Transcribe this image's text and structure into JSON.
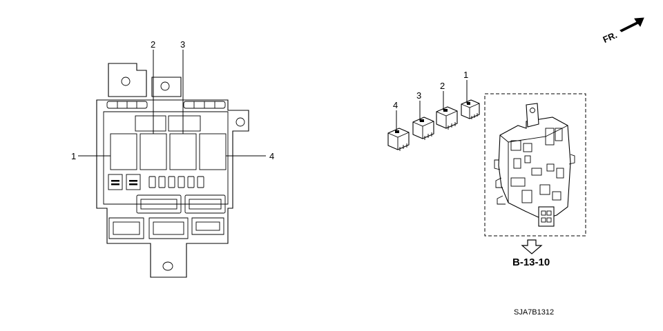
{
  "orientation_label": "FR.",
  "orientation_icon": "forward-arrow-icon",
  "left_view": {
    "callouts": {
      "c1": "1",
      "c2": "2",
      "c3": "3",
      "c4": "4"
    }
  },
  "right_view": {
    "callouts": {
      "c1": "1",
      "c2": "2",
      "c3": "3",
      "c4": "4"
    },
    "reference_label": "B-13-10",
    "reference_icon": "down-arrow-icon"
  },
  "diagram_code": "SJA7B1312"
}
